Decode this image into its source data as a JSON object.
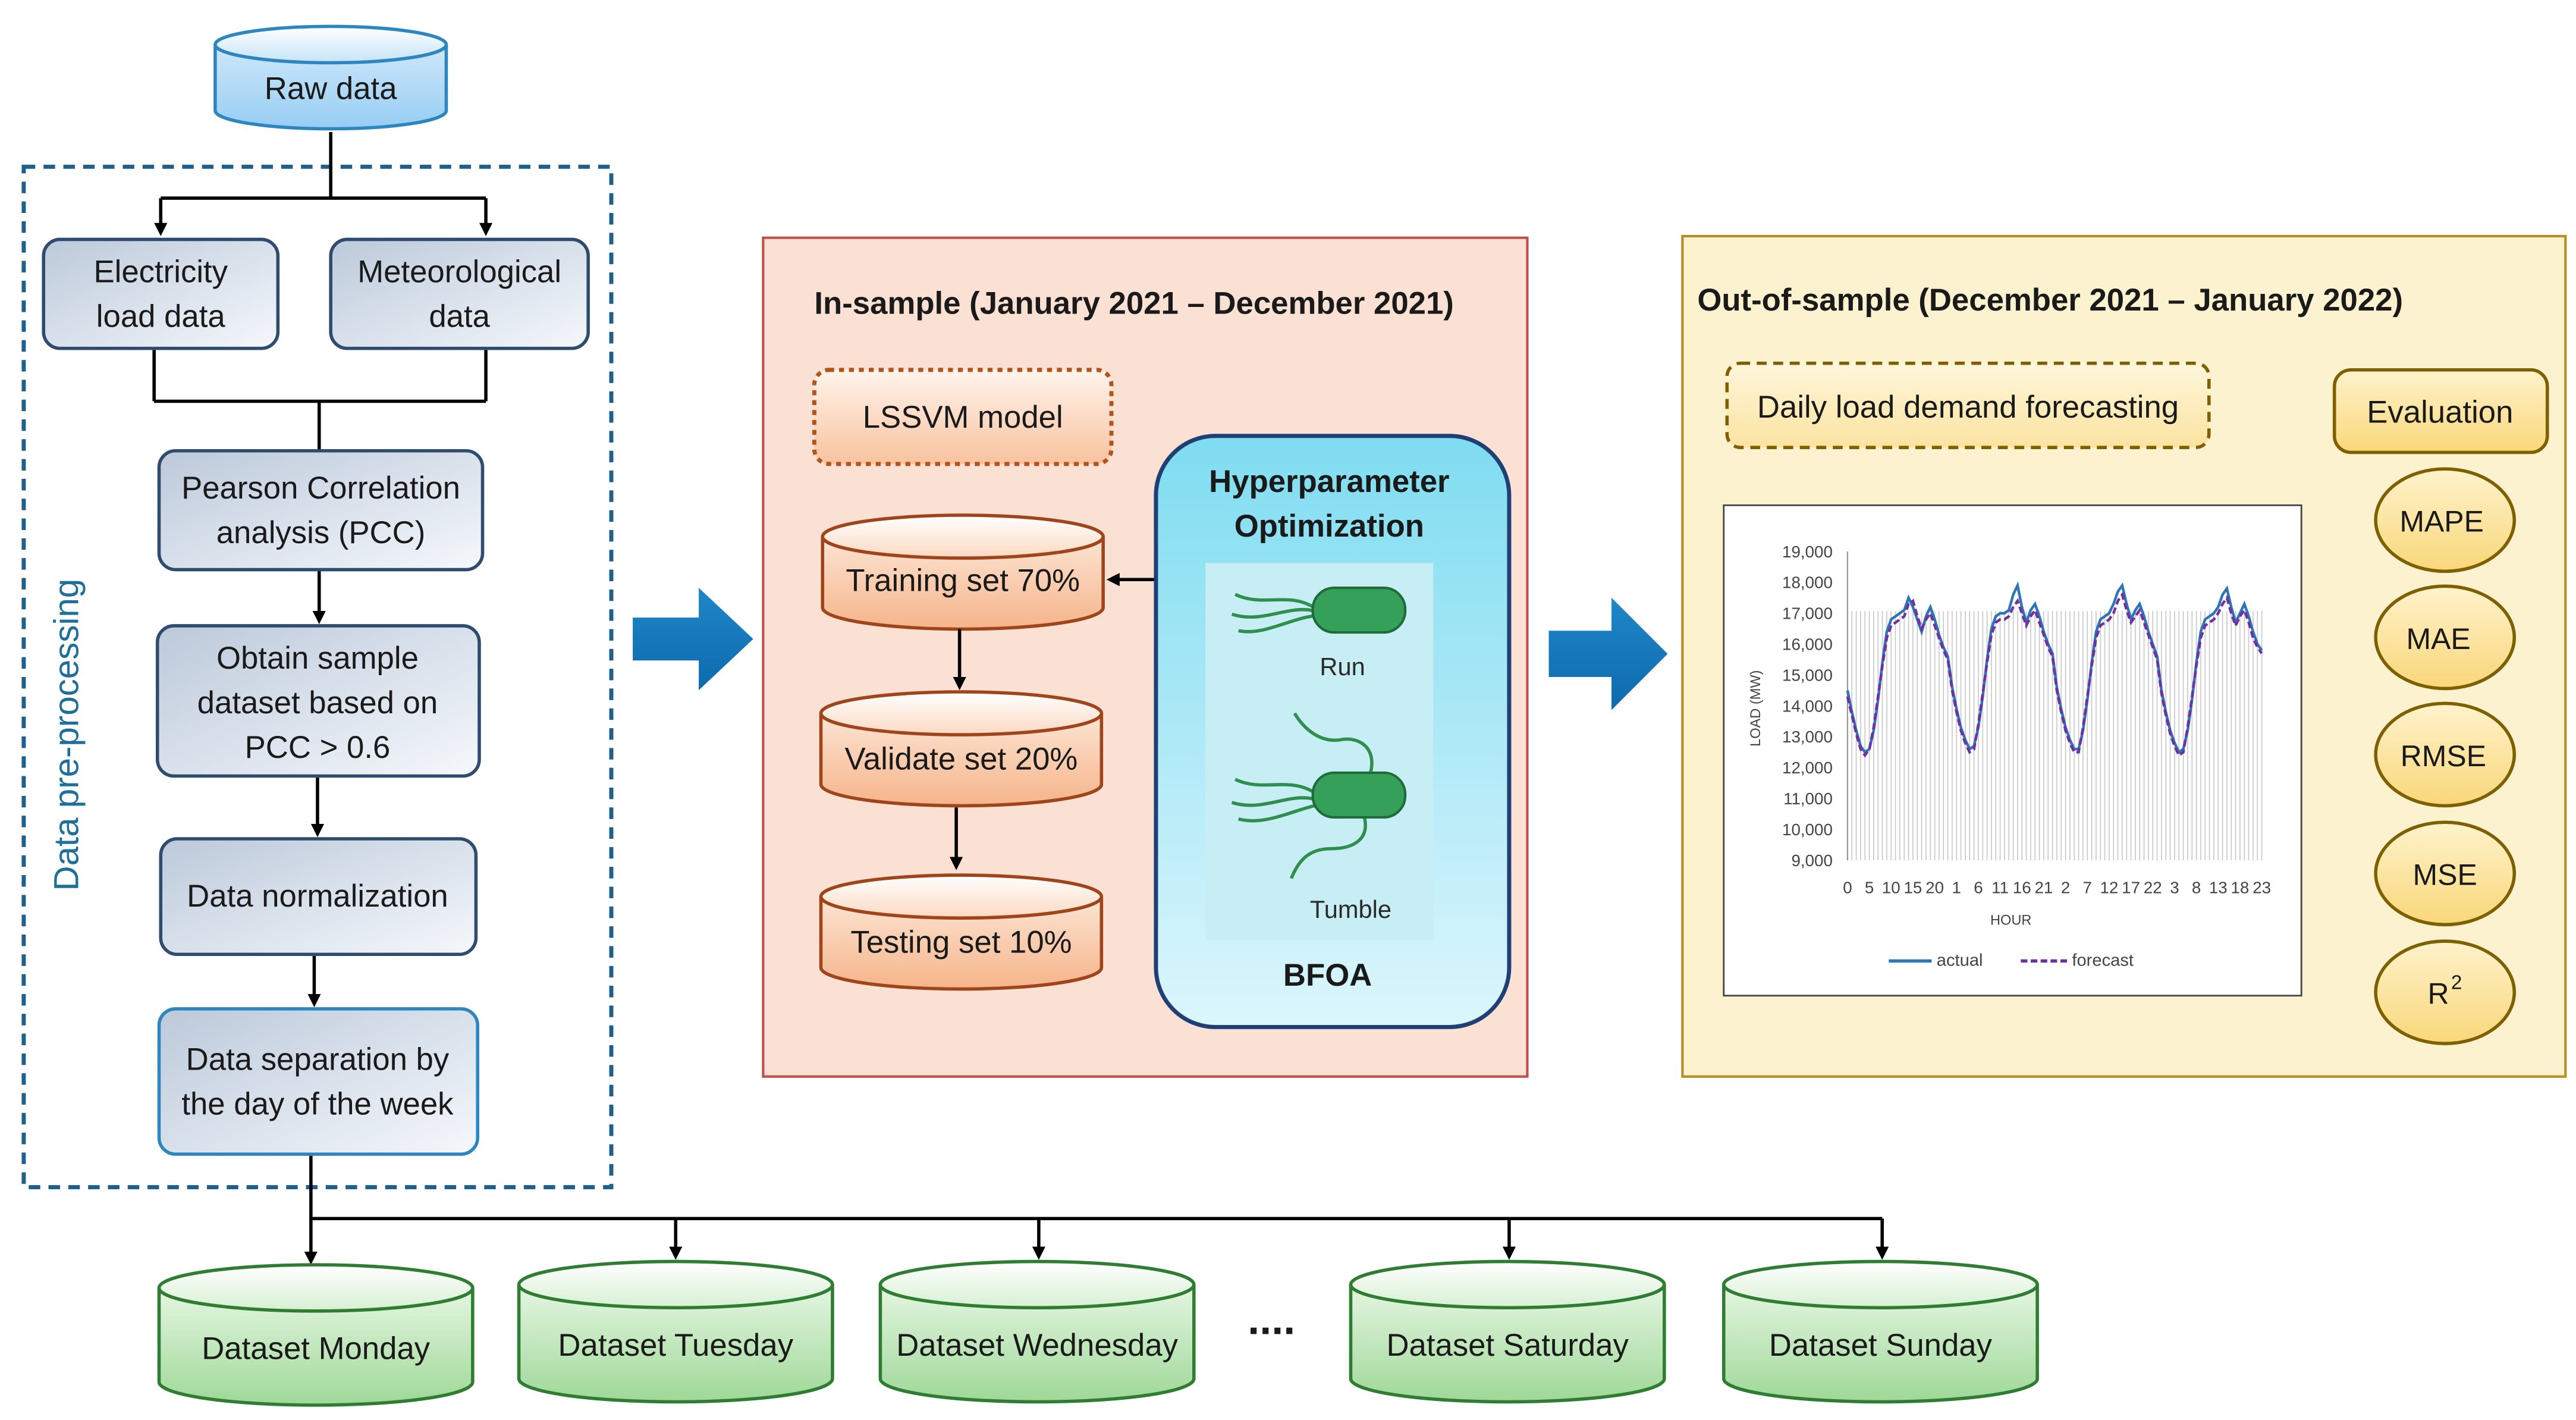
{
  "raw_data": "Raw data",
  "preprocessing": {
    "label": "Data pre-processing",
    "electricity": [
      "Electricity",
      "load data"
    ],
    "meteorological": [
      "Meteorological",
      "data"
    ],
    "pearson": [
      "Pearson Correlation",
      "analysis (PCC)"
    ],
    "obtain": [
      "Obtain sample",
      "dataset based on",
      "PCC > 0.6"
    ],
    "normalization": "Data normalization",
    "separation": [
      "Data separation by",
      "the day of the week"
    ]
  },
  "datasets": {
    "monday": "Dataset Monday",
    "tuesday": "Dataset Tuesday",
    "wednesday": "Dataset Wednesday",
    "ellipsis": "....",
    "saturday": "Dataset Saturday",
    "sunday": "Dataset Sunday"
  },
  "in_sample": {
    "title": "In-sample (January 2021 – December 2021)",
    "model": "LSSVM model",
    "training": "Training set 70%",
    "validate": "Validate set 20%",
    "testing": "Testing set 10%",
    "hyper": [
      "Hyperparameter",
      "Optimization"
    ],
    "run": "Run",
    "tumble": "Tumble",
    "bfoa": "BFOA"
  },
  "out_sample": {
    "title": "Out-of-sample (December 2021 – January 2022)",
    "daily": "Daily load demand forecasting",
    "evaluation": "Evaluation",
    "metrics": [
      "MAPE",
      "MAE",
      "RMSE",
      "MSE",
      "R"
    ],
    "r2_superscript": "2"
  },
  "chart_data": {
    "type": "line",
    "xlabel": "HOUR",
    "ylabel": "LOAD (MW)",
    "ylim": [
      9000,
      19000
    ],
    "yticks": [
      "19,000",
      "18,000",
      "17,000",
      "16,000",
      "15,000",
      "14,000",
      "13,000",
      "12,000",
      "11,000",
      "10,000",
      "9,000"
    ],
    "xticks": [
      "0",
      "5",
      "10",
      "15",
      "20",
      "1",
      "6",
      "11",
      "16",
      "21",
      "2",
      "7",
      "12",
      "17",
      "22",
      "3",
      "8",
      "13",
      "18",
      "23"
    ],
    "grid": "vertical hourly lines",
    "legend_position": "bottom",
    "series": [
      {
        "name": "actual",
        "color": "#2e75b6",
        "style": "solid",
        "values": [
          14500,
          13800,
          13200,
          12700,
          12500,
          12600,
          13200,
          14200,
          15400,
          16400,
          16800,
          16900,
          17000,
          17100,
          17500,
          17200,
          16800,
          16400,
          16900,
          17200,
          16800,
          16300,
          15900,
          15600,
          14600,
          13900,
          13300,
          12900,
          12600,
          12700,
          13300,
          14300,
          15500,
          16500,
          16900,
          17000,
          17000,
          17100,
          17600,
          17900,
          17200,
          16700,
          17100,
          17300,
          16900,
          16400,
          16000,
          15700,
          14600,
          13900,
          13300,
          12900,
          12600,
          12600,
          13200,
          14200,
          15400,
          16400,
          16800,
          16900,
          17000,
          17300,
          17700,
          17900,
          17300,
          16800,
          17100,
          17300,
          16900,
          16400,
          16000,
          15600,
          14500,
          13800,
          13200,
          12800,
          12500,
          12600,
          13200,
          14200,
          15400,
          16400,
          16800,
          16900,
          17000,
          17200,
          17600,
          17800,
          17200,
          16700,
          17000,
          17300,
          16900,
          16400,
          16000,
          15800
        ]
      },
      {
        "name": "forecast",
        "color": "#7030a0",
        "style": "dashed",
        "values": [
          14300,
          13700,
          13100,
          12600,
          12400,
          12600,
          13300,
          14300,
          15300,
          16200,
          16600,
          16700,
          16800,
          16900,
          17300,
          17400,
          16900,
          16500,
          16800,
          17000,
          16600,
          16200,
          15800,
          15500,
          14500,
          13800,
          13200,
          12800,
          12500,
          12600,
          13400,
          14400,
          15400,
          16300,
          16700,
          16800,
          16800,
          16900,
          17200,
          17400,
          17000,
          16600,
          16900,
          17100,
          16700,
          16300,
          15900,
          15600,
          14500,
          13800,
          13200,
          12800,
          12500,
          12500,
          13300,
          14300,
          15300,
          16200,
          16600,
          16700,
          16800,
          17000,
          17400,
          17600,
          17100,
          16700,
          16900,
          17100,
          16700,
          16300,
          15900,
          15500,
          14400,
          13700,
          13100,
          12700,
          12400,
          12500,
          13300,
          14300,
          15300,
          16200,
          16600,
          16700,
          16800,
          17000,
          17300,
          17500,
          17000,
          16600,
          16900,
          17100,
          16700,
          16200,
          15900,
          15700
        ]
      }
    ]
  }
}
